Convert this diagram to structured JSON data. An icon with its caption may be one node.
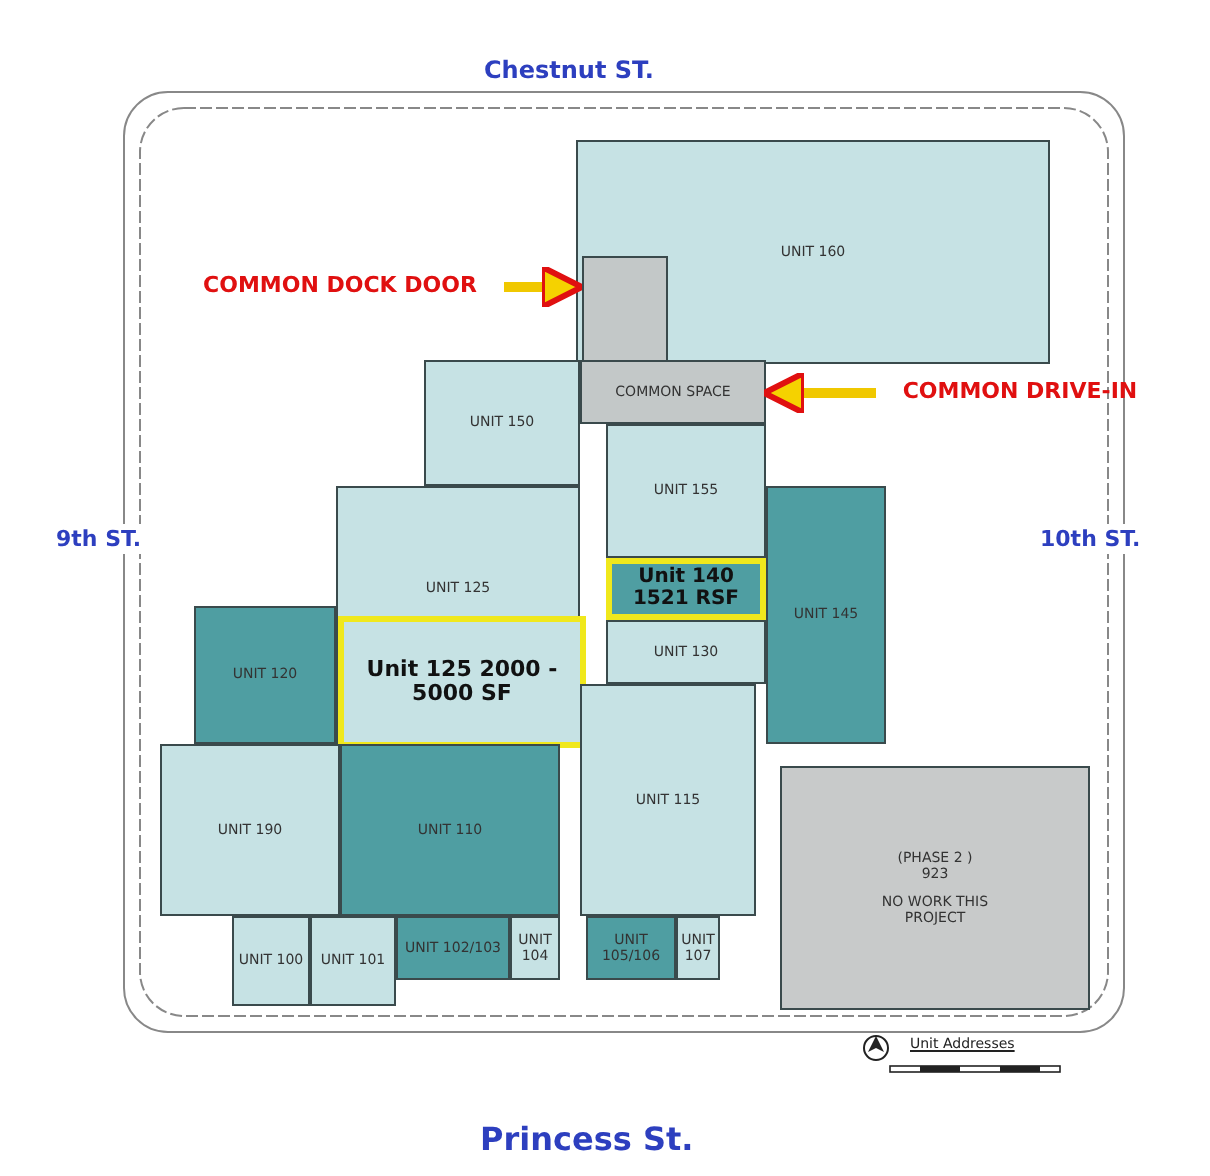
{
  "diagram": {
    "nodes": [
      {
        "text": [
          "UNIT 160"
        ]
      },
      {
        "text": [],
        "shape": "box",
        "in": 0
      },
      {
        "text": [
          "COMMON DOCK DOOR"
        ]
      },
      {
        "text": [
          "COMMON SPACE"
        ]
      },
      {
        "text": [
          "COMMON DRIVE-IN"
        ]
      },
      {
        "text": [
          "UNIT 150"
        ]
      },
      {
        "text": [
          "UNIT 155"
        ]
      },
      {
        "text": [
          "Unit 140 1521 RSF"
        ]
      },
      {
        "text": [
          "UNIT 130"
        ]
      },
      {
        "text": [
          "UNIT 145"
        ]
      },
      {
        "text": [
          "UNIT 125"
        ]
      },
      {
        "text": [
          "Unit 125 2000 - 5000 SF"
        ],
        "in": 10
      },
      {
        "text": [
          "UNIT 120"
        ]
      },
      {
        "text": [
          "UNIT 190"
        ]
      },
      {
        "text": [
          "UNIT 110"
        ]
      },
      {
        "text": [
          "UNIT 115"
        ]
      },
      {
        "text": [
          "UNIT 100"
        ]
      },
      {
        "text": [
          "UNIT 101"
        ]
      },
      {
        "text": [
          "UNIT 102/103"
        ]
      },
      {
        "text": [
          "UNIT 104"
        ]
      },
      {
        "text": [
          "UNIT 105/106"
        ]
      },
      {
        "text": [
          "UNIT 107"
        ]
      },
      {
        "text": [
          "(PHASE 2 ) 923",
          "NO WORK THIS PROJECT"
        ]
      }
    ],
    "edges": [
      {
        "from": 2,
        "to": 1,
        "arrow": "to"
      },
      {
        "from": 4,
        "to": 3,
        "arrow": "to"
      }
    ],
    "labels": [
      "Chestnut ST.",
      "9th ST.",
      "10th ST.",
      "Princess St.",
      "Unit Addresses"
    ]
  }
}
